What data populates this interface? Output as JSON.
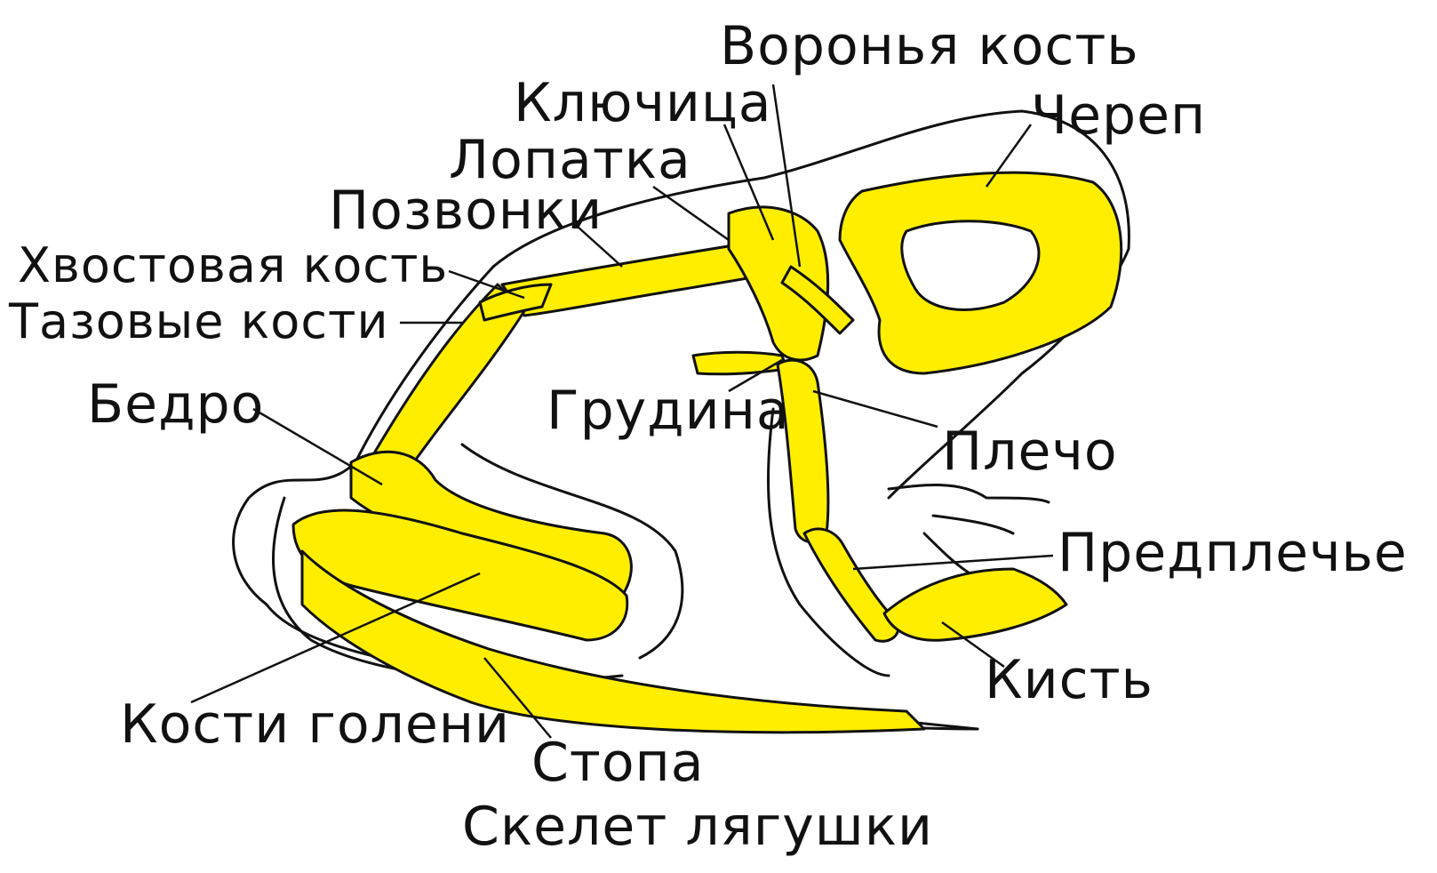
{
  "diagram": {
    "caption": "Скелет лягушки",
    "labels": {
      "voronya_kost": "Воронья кость",
      "klyuchitsa": "Ключица",
      "cherep": "Череп",
      "lopatka": "Лопатка",
      "pozvonki": "Позвонки",
      "hvostovaya_kost": "Хвостовая кость",
      "tazovye_kosti": "Тазовые кости",
      "bedro": "Бедро",
      "grudina": "Грудина",
      "plecho": "Плечо",
      "predplechye": "Предплечье",
      "kist": "Кисть",
      "kosti_goleni": "Кости голени",
      "stopa": "Стопа"
    },
    "colors": {
      "bone": "#ffee00",
      "outline": "#111111",
      "background": "#ffffff"
    }
  }
}
